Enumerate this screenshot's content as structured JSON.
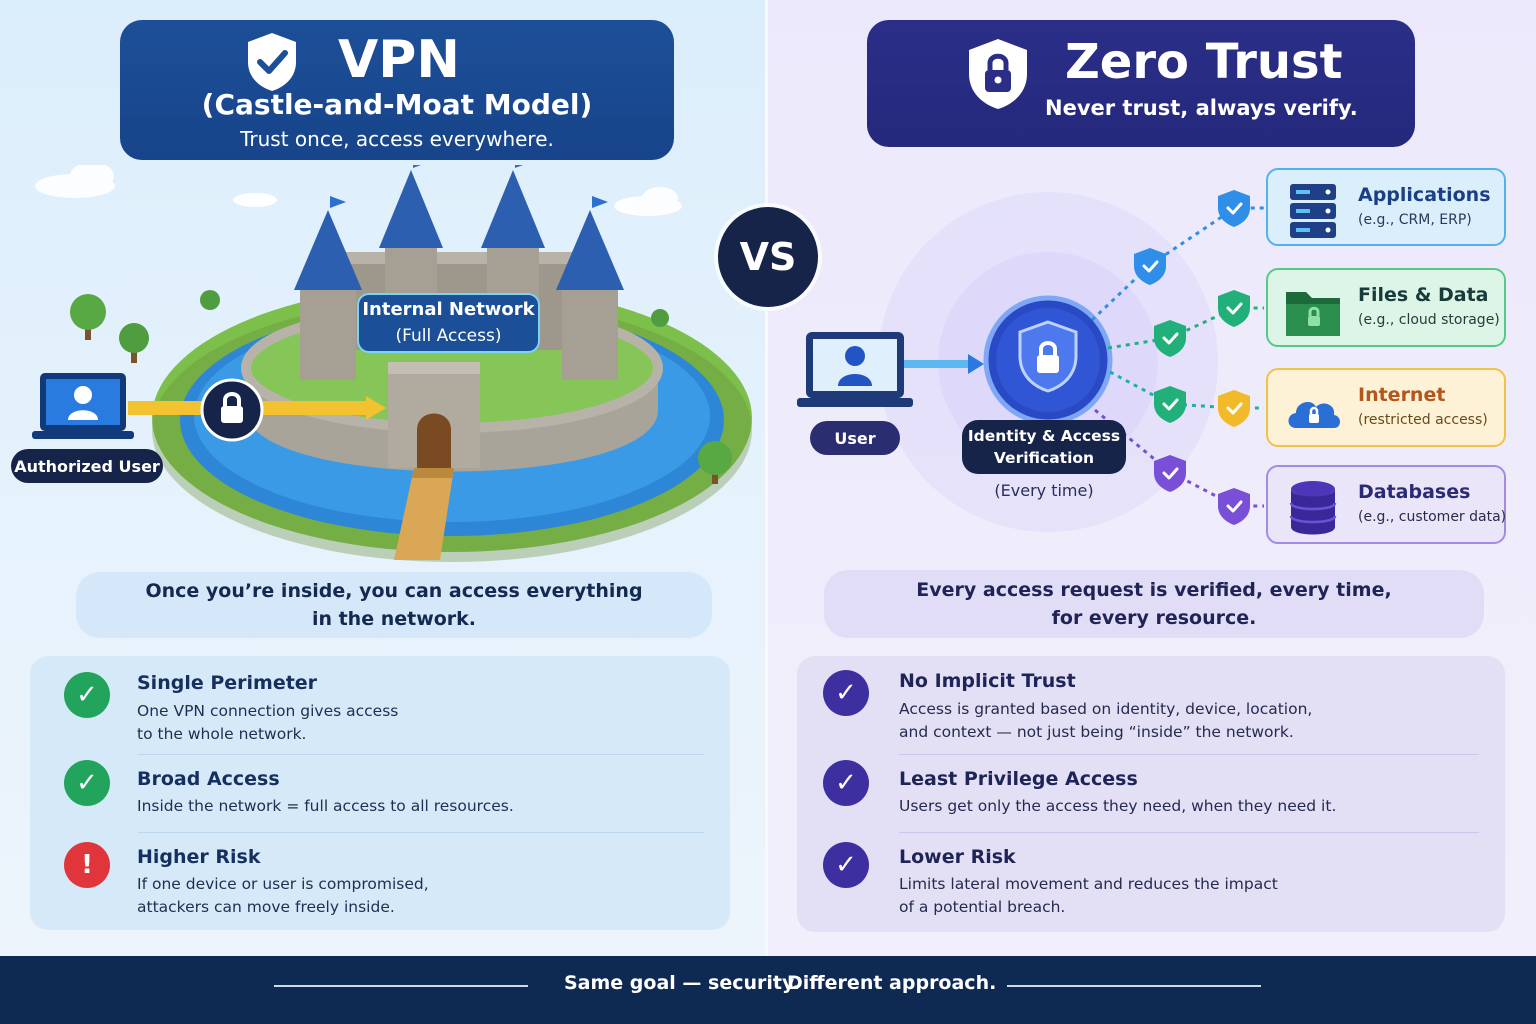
{
  "vpn": {
    "title": "VPN",
    "model": "(Castle-and-Moat Model)",
    "tagline": "Trust once, access everywhere.",
    "network_label": "Internal Network",
    "network_sub": "(Full Access)",
    "user_label": "Authorized User",
    "summary_line1": "Once you’re inside, you can access everything",
    "summary_line2": "in the network.",
    "features": [
      {
        "title": "Single Perimeter",
        "line1": "One VPN connection gives access",
        "line2": "to the whole network.",
        "status": "check"
      },
      {
        "title": "Broad Access",
        "line1": "Inside the network = full access to all resources.",
        "line2": "",
        "status": "check"
      },
      {
        "title": "Higher Risk",
        "line1": "If one device or user is compromised,",
        "line2": "attackers can move freely inside.",
        "status": "alert"
      }
    ]
  },
  "vs_label": "VS",
  "zt": {
    "title": "Zero Trust",
    "tagline": "Never trust, always verify.",
    "user_label": "User",
    "verify_line1": "Identity & Access",
    "verify_line2": "Verification",
    "verify_note": "(Every time)",
    "resources": [
      {
        "title": "Applications",
        "detail": "(e.g., CRM, ERP)"
      },
      {
        "title": "Files & Data",
        "detail": "(e.g., cloud storage)"
      },
      {
        "title": "Internet",
        "detail": "(restricted access)"
      },
      {
        "title": "Databases",
        "detail": "(e.g., customer data)"
      }
    ],
    "summary_line1": "Every access request is verified, every time,",
    "summary_line2": "for every resource.",
    "features": [
      {
        "title": "No Implicit Trust",
        "line1": "Access is granted based on identity, device, location,",
        "line2": "and context — not just being “inside” the network."
      },
      {
        "title": "Least Privilege Access",
        "line1": "Users get only the access they need, when they need it.",
        "line2": ""
      },
      {
        "title": "Lower Risk",
        "line1": "Limits lateral movement and reduces the impact",
        "line2": "of a potential breach."
      }
    ]
  },
  "footer": {
    "part1": "Same goal — security.",
    "part2": "Different approach."
  },
  "colors": {
    "vpn_header": "#1d4f98",
    "zt_header": "#2a2e87",
    "check_green": "#22a45d",
    "alert_red": "#e0353b",
    "zt_purple": "#3d2fa0",
    "footer": "#0f2a52"
  }
}
